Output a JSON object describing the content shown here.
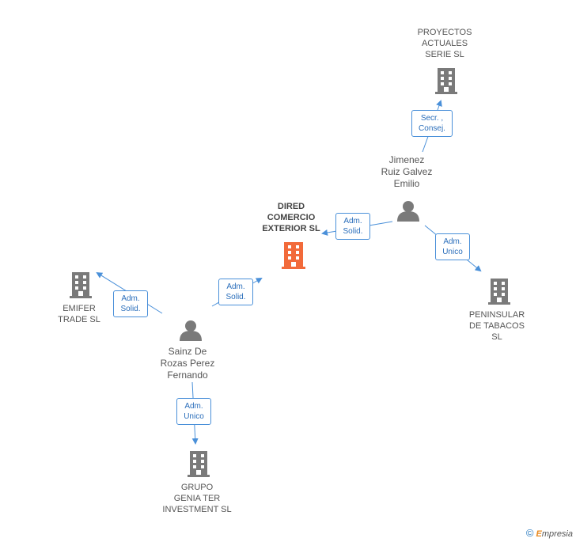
{
  "nodes": {
    "dired": {
      "name": "DIRED\nCOMERCIO\nEXTERIOR  SL",
      "color": "#f26a3a"
    },
    "proyectos": {
      "name": "PROYECTOS\nACTUALES\nSERIE SL",
      "color": "#7a7a7a"
    },
    "jimenez": {
      "name": "Jimenez\nRuiz Galvez\nEmilio",
      "color": "#7a7a7a"
    },
    "peninsular": {
      "name": "PENINSULAR\nDE TABACOS\nSL",
      "color": "#7a7a7a"
    },
    "emifer": {
      "name": "EMIFER\nTRADE SL",
      "color": "#7a7a7a"
    },
    "sainz": {
      "name": "Sainz De\nRozas Perez\nFernando",
      "color": "#7a7a7a"
    },
    "grupo": {
      "name": "GRUPO\nGENIA TER\nINVESTMENT SL",
      "color": "#7a7a7a"
    }
  },
  "edges": {
    "jimenez_proyectos": "Secr. ,\nConsej.",
    "jimenez_dired": "Adm.\nSolid.",
    "jimenez_peninsular": "Adm.\nUnico",
    "sainz_emifer": "Adm.\nSolid.",
    "sainz_dired": "Adm.\nSolid.",
    "sainz_grupo": "Adm.\nUnico"
  },
  "colors": {
    "edge": "#4a90d9",
    "building": "#7a7a7a",
    "highlight": "#f26a3a",
    "person": "#7a7a7a"
  },
  "footer": {
    "copyright": "©",
    "brand_first": "E",
    "brand_rest": "mpresia"
  }
}
